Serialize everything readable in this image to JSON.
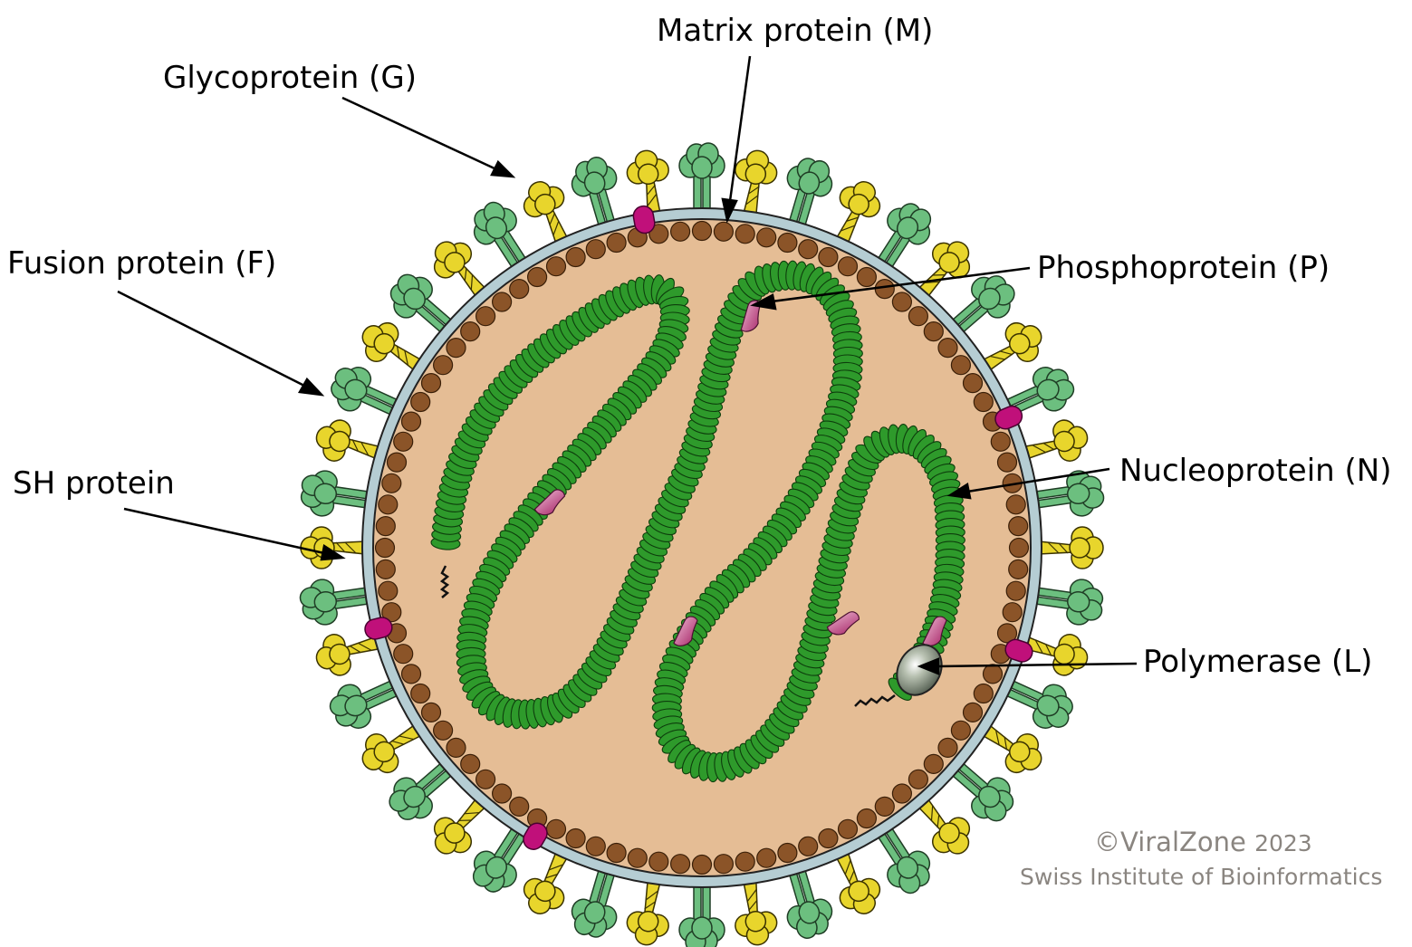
{
  "labels": {
    "matrix": "Matrix protein (M)",
    "glycoprotein": "Glycoprotein (G)",
    "fusion": "Fusion protein (F)",
    "phosphoprotein": "Phosphoprotein  (P)",
    "nucleoprotein": "Nucleoprotein  (N)",
    "sh": "SH protein",
    "polymerase": "Polymerase  (L)"
  },
  "credit": {
    "line1": "©ViralZone",
    "year": "2023",
    "line2": "Swiss Institute of Bioinformatics"
  },
  "colors": {
    "envelope": "#b5cdd3",
    "interior": "#e5bd95",
    "matrix_bead": "#8b5428",
    "nucleocapsid": "#2e9a2b",
    "glycoprotein": "#6cbf7f",
    "fusion_protein": "#e8d52c",
    "sh_protein": "#c0107a",
    "phosphoprotein": "#c65a8f",
    "polymerase": "#5e6a5a"
  }
}
